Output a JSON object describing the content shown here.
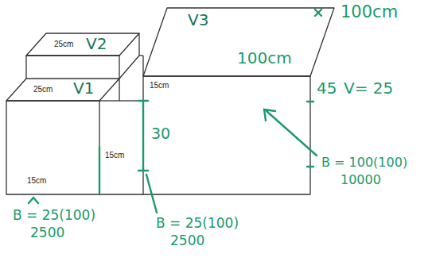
{
  "diagram": {
    "labels": [
      "25cm",
      "V1",
      "25cm",
      "V2",
      "V3",
      "100cm",
      "100cm",
      "15cm",
      "15cm",
      "15cm",
      "45",
      "V= 25",
      "30",
      "B = 25(100)",
      "2500",
      "B = 25(100)",
      "2500",
      "B = 100(100)",
      "10000"
    ]
  }
}
